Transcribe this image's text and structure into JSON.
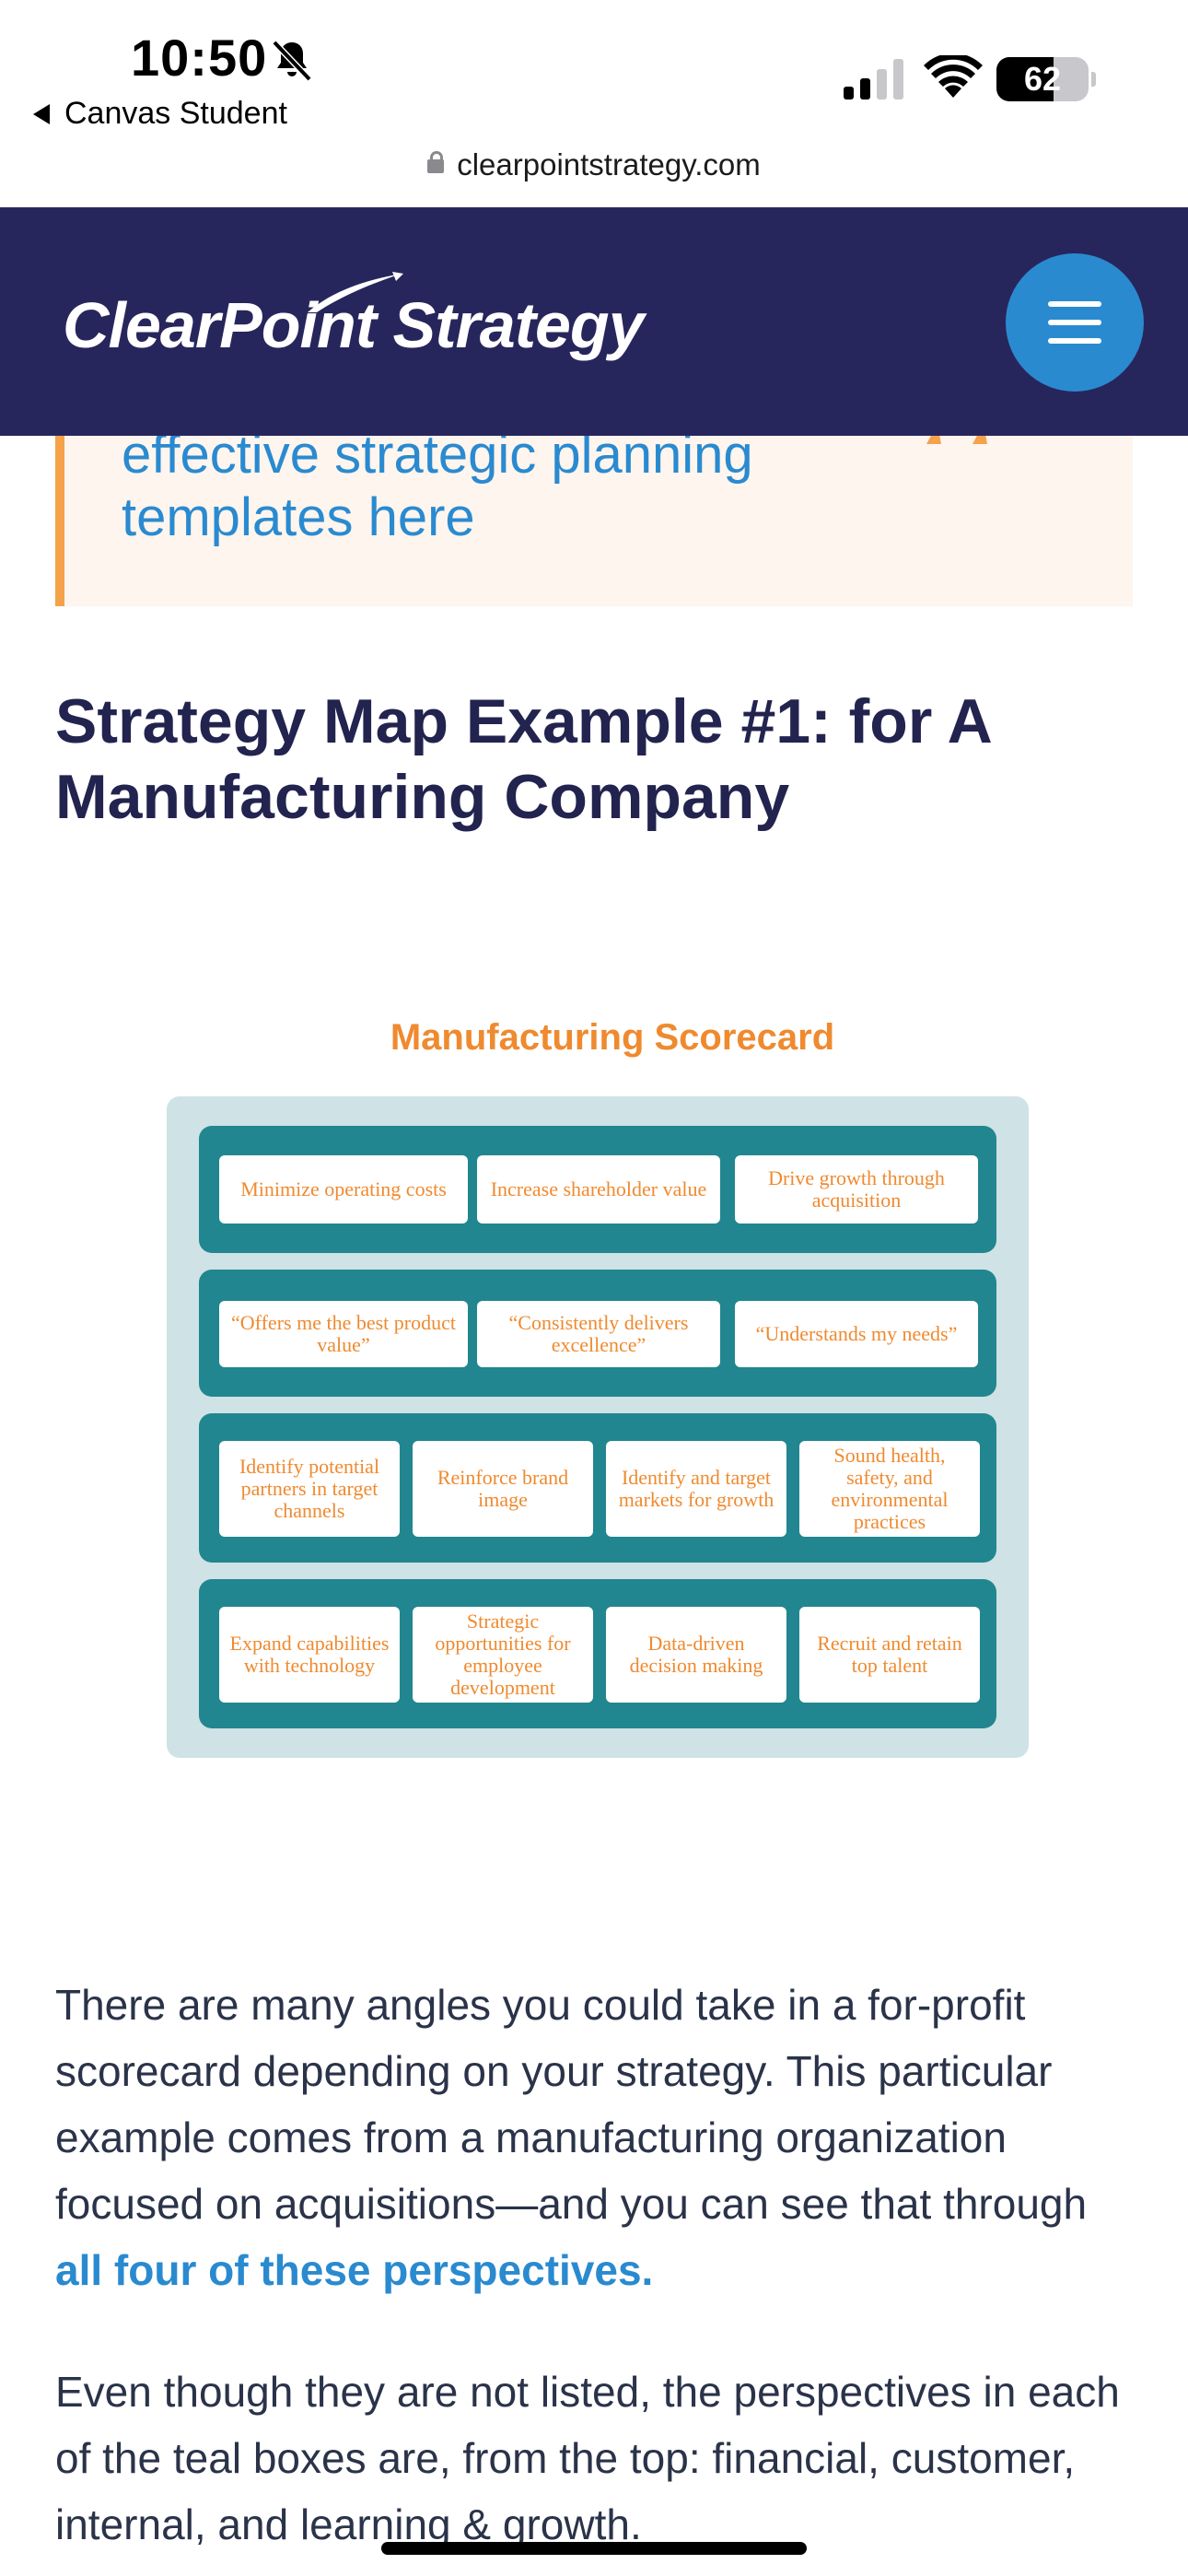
{
  "status_bar": {
    "time": "10:50",
    "back_label": "Canvas Student",
    "battery": "62",
    "battery_level": 0.62,
    "url": "clearpointstrategy.com"
  },
  "header": {
    "logo_text": "ClearPoint Strategy",
    "menu_icon": "hamburger-menu-icon",
    "bg_color": "#27265c",
    "accent": "#2a8ad0"
  },
  "callout": {
    "link_line1": "effective strategic planning",
    "link_line2": "templates here"
  },
  "article": {
    "heading": "Strategy Map Example #1: for A Manufacturing Company",
    "scorecard": {
      "title": "Manufacturing Scorecard",
      "rows": [
        [
          "Minimize operating costs",
          "Increase shareholder value",
          "Drive growth through acquisition"
        ],
        [
          "“Offers me the best product value”",
          "“Consistently delivers excellence”",
          "“Understands my needs”"
        ],
        [
          "Identify potential partners in target channels",
          "Reinforce brand image",
          "Identify and target markets for growth",
          "Sound health, safety, and environmental practices"
        ],
        [
          "Expand capabilities with technology",
          "Strategic opportunities for employee development",
          "Data-driven decision making",
          "Recruit and retain top talent"
        ]
      ]
    },
    "para1_text": "There are many angles you could take in a for-profit scorecard depending on your strategy. This particular example comes from a manufacturing organization focused on acquisitions—and you can see that through ",
    "para1_link": "all four of these perspectives.",
    "para2_text": "Even though they are not listed, the perspectives in each of the teal boxes are, from the top: financial, customer, internal, and learning & growth."
  }
}
